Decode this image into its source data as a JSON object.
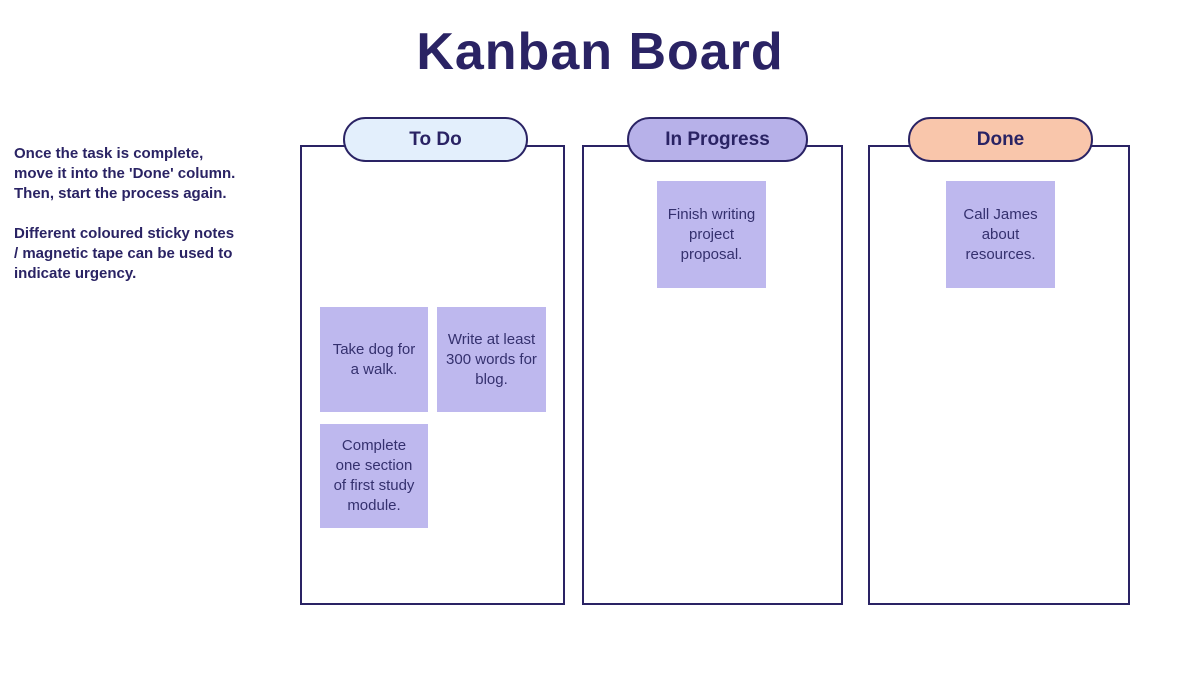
{
  "title": "Kanban Board",
  "instructions": {
    "para1": [
      "Once the task is complete,",
      "move it into the 'Done' column.",
      "Then, start the process again."
    ],
    "para2": [
      "Different coloured sticky notes",
      "/ magnetic tape can be used to",
      "indicate urgency."
    ]
  },
  "columns": [
    {
      "id": "todo",
      "label": "To Do",
      "header_color": "#e3effc",
      "notes": [
        {
          "text": "Take dog for a walk."
        },
        {
          "text": "Write at least 300 words for blog."
        },
        {
          "text": "Complete one section of first study module."
        }
      ]
    },
    {
      "id": "in-progress",
      "label": "In Progress",
      "header_color": "#b7b1e9",
      "notes": [
        {
          "text": "Finish writing project proposal."
        }
      ]
    },
    {
      "id": "done",
      "label": "Done",
      "header_color": "#f9c6ab",
      "notes": [
        {
          "text": "Call James about resources."
        }
      ]
    }
  ],
  "colors": {
    "outline": "#2a2364",
    "heading_text": "#2a2364",
    "sticky_note": "#beb8ee",
    "note_text": "#34306e"
  }
}
